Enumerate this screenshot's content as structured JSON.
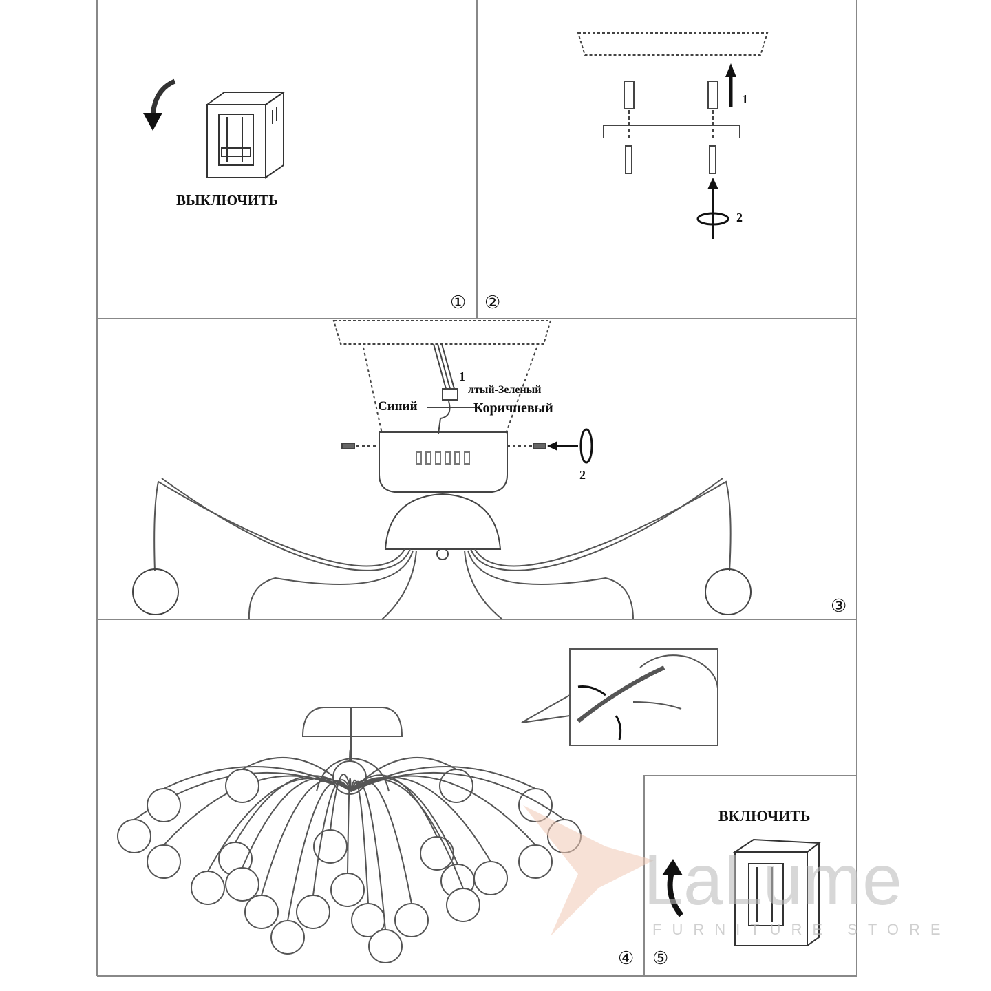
{
  "panel1": {
    "label": "ВЫКЛЮЧИТЬ"
  },
  "panel2": {
    "step1": "1",
    "step2": "2"
  },
  "panel3": {
    "marker_left": "①",
    "marker_right": "②",
    "wire_step": "1",
    "wire_yellow_green": "лтый-Зеленый",
    "wire_blue": "Синий",
    "wire_brown": "Коричневый",
    "screw_step": "2",
    "marker": "③"
  },
  "panel4": {
    "marker": "④"
  },
  "panel5": {
    "label": "ВКЛЮЧИТЬ",
    "marker": "⑤"
  },
  "watermark": {
    "brand": "LaLume",
    "tagline": "FURNITURE STORE",
    "accent": "#f0c9b4"
  }
}
